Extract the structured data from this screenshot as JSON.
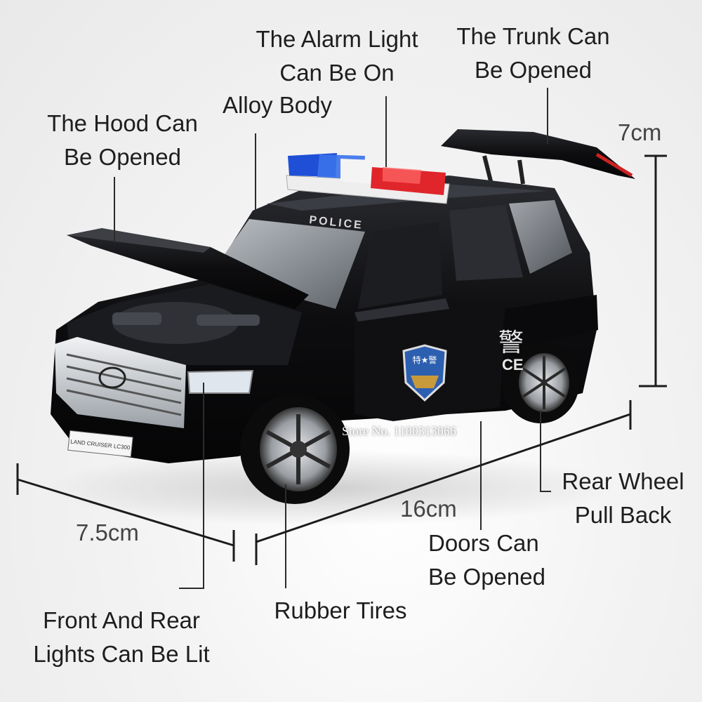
{
  "labels": {
    "alarm_light": [
      "The Alarm Light",
      "Can Be On"
    ],
    "trunk": [
      "The Trunk Can",
      "Be Opened"
    ],
    "alloy_body": "Alloy Body",
    "hood": [
      "The Hood Can",
      "Be Opened"
    ],
    "rear_wheel": [
      "Rear Wheel",
      "Pull Back"
    ],
    "doors": [
      "Doors Can",
      "Be Opened"
    ],
    "rubber_tires": "Rubber Tires",
    "lights": [
      "Front And Rear",
      "Lights Can Be Lit"
    ]
  },
  "dimensions": {
    "height": "7cm",
    "length": "16cm",
    "width": "7.5cm"
  },
  "car_text": {
    "roof_police": "POLICE",
    "side_ce": "CE",
    "side_char": "警",
    "badge_chars": "特★警",
    "plate": "LAND CRUISER LC300"
  },
  "watermark": "Store No. 1100313066",
  "colors": {
    "body": "#0d0d0f",
    "light_red": "#e0262b",
    "light_blue": "#1f4fd6",
    "chrome": "#c9cdd2"
  }
}
